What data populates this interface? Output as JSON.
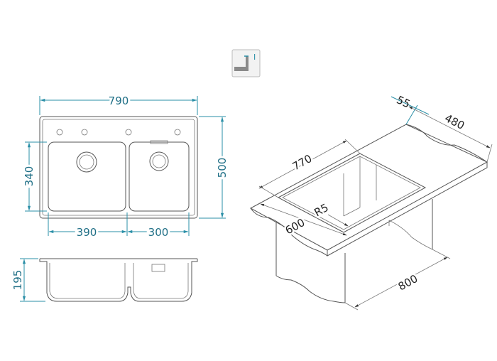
{
  "icon": {
    "name": "undermount-sink-icon",
    "marker": "I"
  },
  "top_view": {
    "overall_width": "790",
    "overall_depth": "500",
    "bowl_depth": "340",
    "left_bowl_width": "390",
    "right_bowl_width": "300"
  },
  "front_section": {
    "depth": "195"
  },
  "cabinet_view": {
    "inset": "55",
    "countertop_depth": "480",
    "cutout_width": "770",
    "cabinet_width": "600",
    "corner_radius": "R5",
    "cabinet_length": "800"
  },
  "colors": {
    "dimension": "#2a8fa7",
    "outline": "#555555"
  }
}
